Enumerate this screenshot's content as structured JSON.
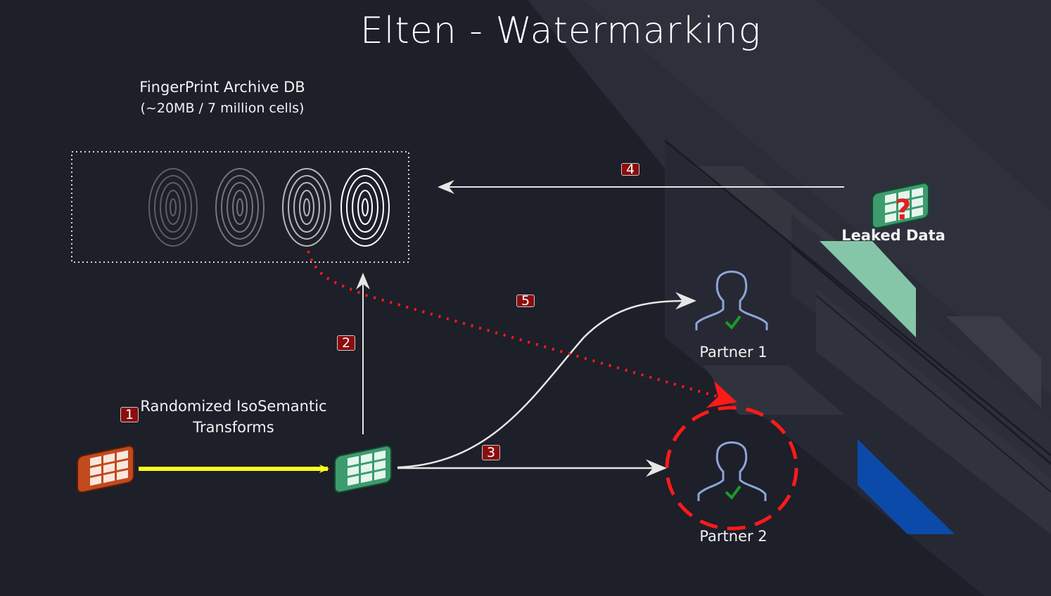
{
  "title": "Elten - Watermarking",
  "archive": {
    "name": "FingerPrint Archive DB",
    "size": "(~20MB / 7 million cells)"
  },
  "transform_label": {
    "line1": "Randomized IsoSemantic",
    "line2": "Transforms"
  },
  "steps": [
    "1",
    "2",
    "3",
    "4",
    "5"
  ],
  "partners": [
    "Partner 1",
    "Partner 2"
  ],
  "leaked_label": "Leaked Data",
  "colors": {
    "background": "#1d1f29",
    "badge": "#8b0d0d",
    "arrow_transform": "#ffff1a",
    "trace": "#ff1a1a",
    "green": "#86c6a8",
    "blue": "#0b4aa8"
  }
}
